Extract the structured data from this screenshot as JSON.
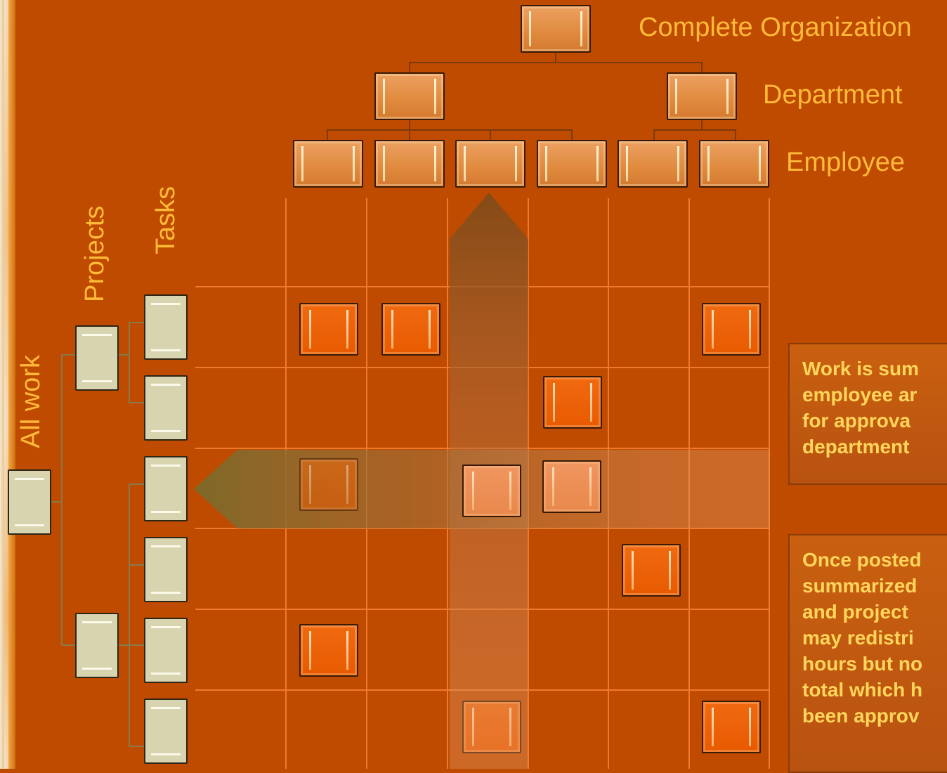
{
  "levels": {
    "organization": "Complete Organization",
    "department": "Department",
    "employee": "Employee"
  },
  "hierarchy": {
    "all_work": "All work",
    "projects": "Projects",
    "tasks": "Tasks"
  },
  "notes": [
    {
      "lines": [
        "Work is sum",
        "employee ar",
        "for approva",
        "department"
      ]
    },
    {
      "lines": [
        "Once posted",
        "summarized",
        "and project",
        "may redistri",
        "hours but no",
        "total which h",
        "been approv"
      ]
    }
  ],
  "colors": {
    "background": "#bf4b00",
    "label": "#ffba3a",
    "note_text": "#ffd65a",
    "grid": "#f07a2a",
    "cell_box": "#e85a00",
    "org_box": "#e08a3e",
    "hierarchy_box": "#d9d4b0"
  }
}
